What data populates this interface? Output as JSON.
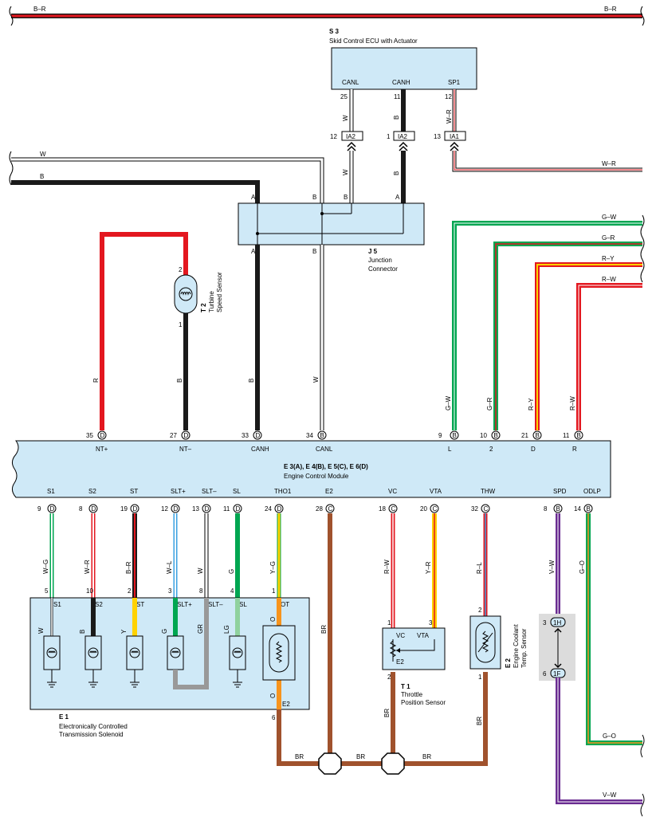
{
  "colors": {
    "box_fill": "#cfe9f7",
    "red": "#e3171f",
    "black": "#1a1a1a",
    "white_wire": "#ffffff",
    "green": "#00a651",
    "yellow": "#ffd200",
    "brown": "#a0522d",
    "orange": "#f7941d",
    "purple": "#6a2c91",
    "blue": "#3aa0e0",
    "gray": "#999999",
    "light_green": "#8fd19e",
    "plum": "#c06090"
  },
  "bus": {
    "left_label": "B–R",
    "right_label": "B–R"
  },
  "s3": {
    "id": "S 3",
    "name": "Skid Control ECU with Actuator",
    "pins": [
      {
        "label": "CANL",
        "num": "25",
        "wire": "W",
        "conn_num": "12",
        "conn": "IA2",
        "wire2": "W"
      },
      {
        "label": "CANH",
        "num": "11",
        "wire": "B",
        "conn_num": "1",
        "conn": "IA2",
        "wire2": "B"
      },
      {
        "label": "SP1",
        "num": "12",
        "wire": "W–R",
        "conn_num": "13",
        "conn": "IA1",
        "wire2": "W–R"
      }
    ],
    "right_wire": "W–R"
  },
  "top_wires": {
    "w": "W",
    "b": "B"
  },
  "j5": {
    "id": "J 5",
    "name_line1": "Junction",
    "name_line2": "Connector",
    "top_pins": [
      "A",
      "B",
      "B",
      "A"
    ],
    "bottom_pins": [
      "A",
      "B"
    ]
  },
  "t2": {
    "id": "T 2",
    "name_line1": "Turbine",
    "name_line2": "Speed Sensor",
    "pin_top": "2",
    "pin_bottom": "1"
  },
  "right_wires": [
    "G–W",
    "G–R",
    "R–Y",
    "R–W"
  ],
  "ecm": {
    "id": "E 3(A), E 4(B), E 5(C), E 6(D)",
    "name": "Engine Control Module",
    "top_pins": [
      {
        "num": "35",
        "conn": "D",
        "label": "NT+",
        "wire": "R"
      },
      {
        "num": "27",
        "conn": "D",
        "label": "NT–",
        "wire": "B"
      },
      {
        "num": "33",
        "conn": "D",
        "label": "CANH",
        "wire": "B"
      },
      {
        "num": "34",
        "conn": "B",
        "label": "CANL",
        "wire": "W"
      },
      {
        "num": "9",
        "conn": "B",
        "label": "L",
        "wire": "G–W"
      },
      {
        "num": "10",
        "conn": "B",
        "label": "2",
        "wire": "G–R"
      },
      {
        "num": "21",
        "conn": "B",
        "label": "D",
        "wire": "R–Y"
      },
      {
        "num": "11",
        "conn": "B",
        "label": "R",
        "wire": "R–W"
      }
    ],
    "bottom_pins": [
      {
        "label": "S1",
        "num": "9",
        "conn": "D",
        "wire": "W–G"
      },
      {
        "label": "S2",
        "num": "8",
        "conn": "D",
        "wire": "W–R"
      },
      {
        "label": "ST",
        "num": "19",
        "conn": "D",
        "wire": "B–R"
      },
      {
        "label": "SLT+",
        "num": "12",
        "conn": "D",
        "wire": "W–L"
      },
      {
        "label": "SLT–",
        "num": "13",
        "conn": "D",
        "wire": "W"
      },
      {
        "label": "SL",
        "num": "11",
        "conn": "D",
        "wire": "G"
      },
      {
        "label": "THO1",
        "num": "24",
        "conn": "D",
        "wire": "Y–G"
      },
      {
        "label": "E2",
        "num": "28",
        "conn": "C",
        "wire": "BR"
      },
      {
        "label": "VC",
        "num": "18",
        "conn": "C",
        "wire": "R–W"
      },
      {
        "label": "VTA",
        "num": "20",
        "conn": "C",
        "wire": "Y–R"
      },
      {
        "label": "THW",
        "num": "32",
        "conn": "C",
        "wire": "R–L"
      },
      {
        "label": "SPD",
        "num": "8",
        "conn": "B",
        "wire": "V–W"
      },
      {
        "label": "ODLP",
        "num": "14",
        "conn": "B",
        "wire": "G–O"
      }
    ]
  },
  "e1": {
    "id": "E 1",
    "name_line1": "Electronically Controlled",
    "name_line2": "Transmission Solenoid",
    "pins": [
      {
        "num": "5",
        "label": "S1",
        "wire": "W"
      },
      {
        "num": "10",
        "label": "S2",
        "wire": "B"
      },
      {
        "num": "2",
        "label": "ST",
        "wire": "Y"
      },
      {
        "num": "3",
        "label": "SLT+",
        "wire": "G"
      },
      {
        "num": "8",
        "label": "SLT–",
        "wire": "GR"
      },
      {
        "num": "4",
        "label": "SL",
        "wire": "LG"
      },
      {
        "num": "1",
        "label": "OT",
        "wire": "O"
      }
    ],
    "e2_label": "E2",
    "e2_pin": "6",
    "e2_wire": "O"
  },
  "t1": {
    "id": "T 1",
    "name_line1": "Throttle",
    "name_line2": "Position Sensor",
    "pin_vc": "1",
    "pin_vta": "3",
    "pin_e2": "2",
    "label_vc": "VC",
    "label_vta": "VTA",
    "label_e2": "E2",
    "wire_out": "BR"
  },
  "e2s": {
    "id": "E 2",
    "name_line1": "Engine Coolant",
    "name_line2": "Temp. Sensor",
    "pin_top": "2",
    "pin_bottom": "1",
    "wire_out": "BR"
  },
  "spd_conn": {
    "top_num": "3",
    "top": "1H",
    "bottom_num": "6",
    "bottom": "1F"
  },
  "ground_wires": [
    "BR",
    "BR",
    "BR"
  ],
  "right_bottom": {
    "g_o": "G–O",
    "v_w": "V–W"
  }
}
